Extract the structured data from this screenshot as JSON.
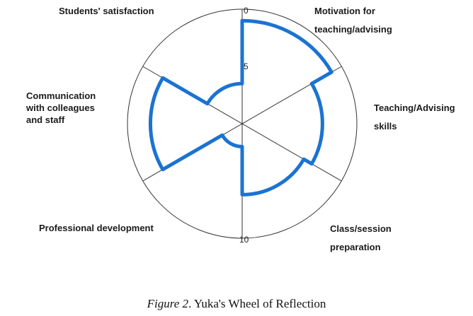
{
  "chart_data": {
    "type": "radar",
    "title": "",
    "scale": {
      "min": 0,
      "max": 10,
      "ticks": [
        "0",
        "5",
        "10"
      ]
    },
    "categories": [
      "Motivation for\nteaching/advising",
      "Teaching/Advising\nskills",
      "Class/session\npreparation",
      "Professional development",
      "Communication\nwith colleagues\nand staff",
      "Students' satisfaction"
    ],
    "series": [
      {
        "values": [
          9,
          7,
          6.2,
          2,
          8,
          3.5
        ],
        "color": "#1b73d1"
      }
    ]
  },
  "caption": {
    "figure_label": "Figure 2",
    "text": ". Yuka's Wheel of Reflection"
  }
}
